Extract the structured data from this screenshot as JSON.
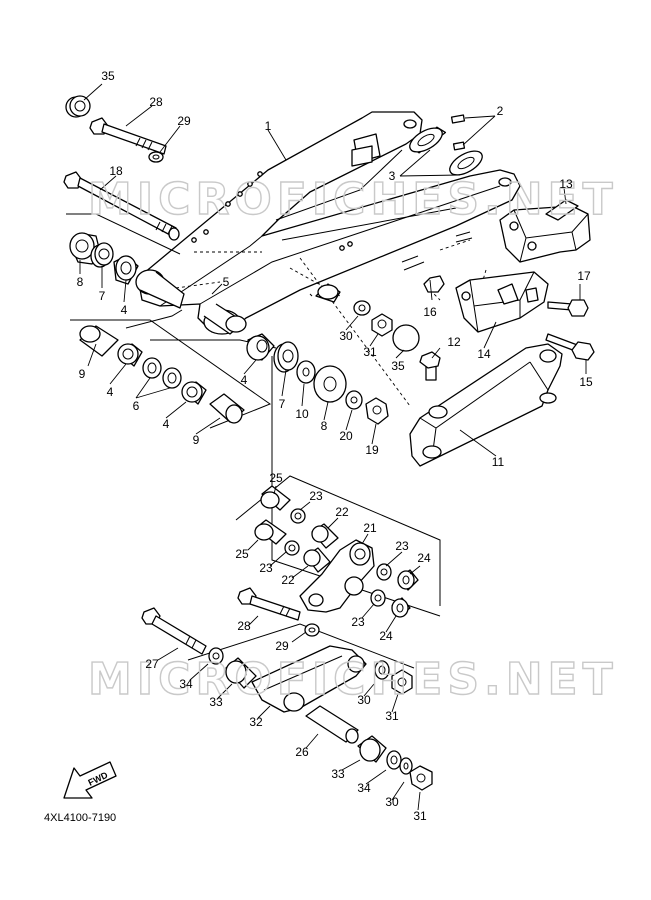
{
  "watermark": "MICROFICHES.NET",
  "document_number": "4XL4100-7190",
  "fwd_label": "FWD",
  "callouts": {
    "c1": "1",
    "c2": "2",
    "c3": "3",
    "c4a": "4",
    "c4b": "4",
    "c4c": "4",
    "c4d": "4",
    "c5": "5",
    "c6": "6",
    "c7a": "7",
    "c7b": "7",
    "c8a": "8",
    "c8b": "8",
    "c9a": "9",
    "c9b": "9",
    "c10": "10",
    "c11": "11",
    "c12": "12",
    "c13": "13",
    "c14": "14",
    "c15": "15",
    "c16": "16",
    "c17": "17",
    "c18": "18",
    "c19": "19",
    "c20": "20",
    "c21": "21",
    "c22a": "22",
    "c22b": "22",
    "c23a": "23",
    "c23b": "23",
    "c23c": "23",
    "c23d": "23",
    "c24a": "24",
    "c24b": "24",
    "c25a": "25",
    "c25b": "25",
    "c26": "26",
    "c27": "27",
    "c28a": "28",
    "c28b": "28",
    "c29a": "29",
    "c29b": "29",
    "c30a": "30",
    "c30b": "30",
    "c30c": "30",
    "c31a": "31",
    "c31b": "31",
    "c31c": "31",
    "c32": "32",
    "c33a": "33",
    "c33b": "33",
    "c34a": "34",
    "c34b": "34",
    "c35a": "35",
    "c35b": "35"
  }
}
